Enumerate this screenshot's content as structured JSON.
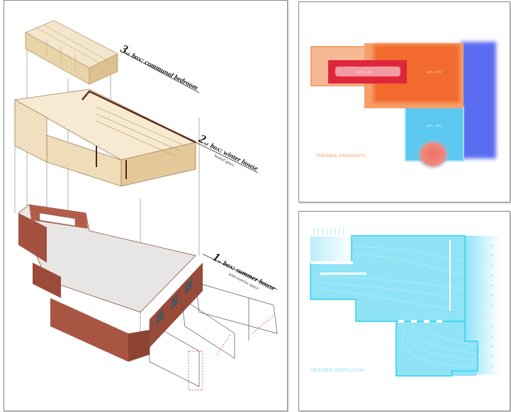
{
  "axonometric": {
    "box3": {
      "number": "3",
      "suffix": "rd",
      "title": "box: communal bedroom"
    },
    "box2": {
      "number": "2",
      "suffix": "nd",
      "title": "box: winter house",
      "subtitle": "heated space"
    },
    "box1": {
      "number": "1",
      "suffix": "st",
      "title": "box: summer house",
      "subtitle": "semi-exterior space"
    }
  },
  "thermal": {
    "caption": "THERMAL GRADIENTS",
    "zones": [
      "20°C - 24°C",
      "18°C - 24°C",
      "15°C - 22°C"
    ],
    "colors": {
      "warm": "#f26b2e",
      "hot": "#e0263a",
      "cool": "#5cc8f0",
      "cold": "#5a6df0"
    }
  },
  "ventilation": {
    "caption": "CROSSED VENTILATION",
    "colors": {
      "fill": "#8fe3f5",
      "edge": "#2fd3ee"
    }
  }
}
